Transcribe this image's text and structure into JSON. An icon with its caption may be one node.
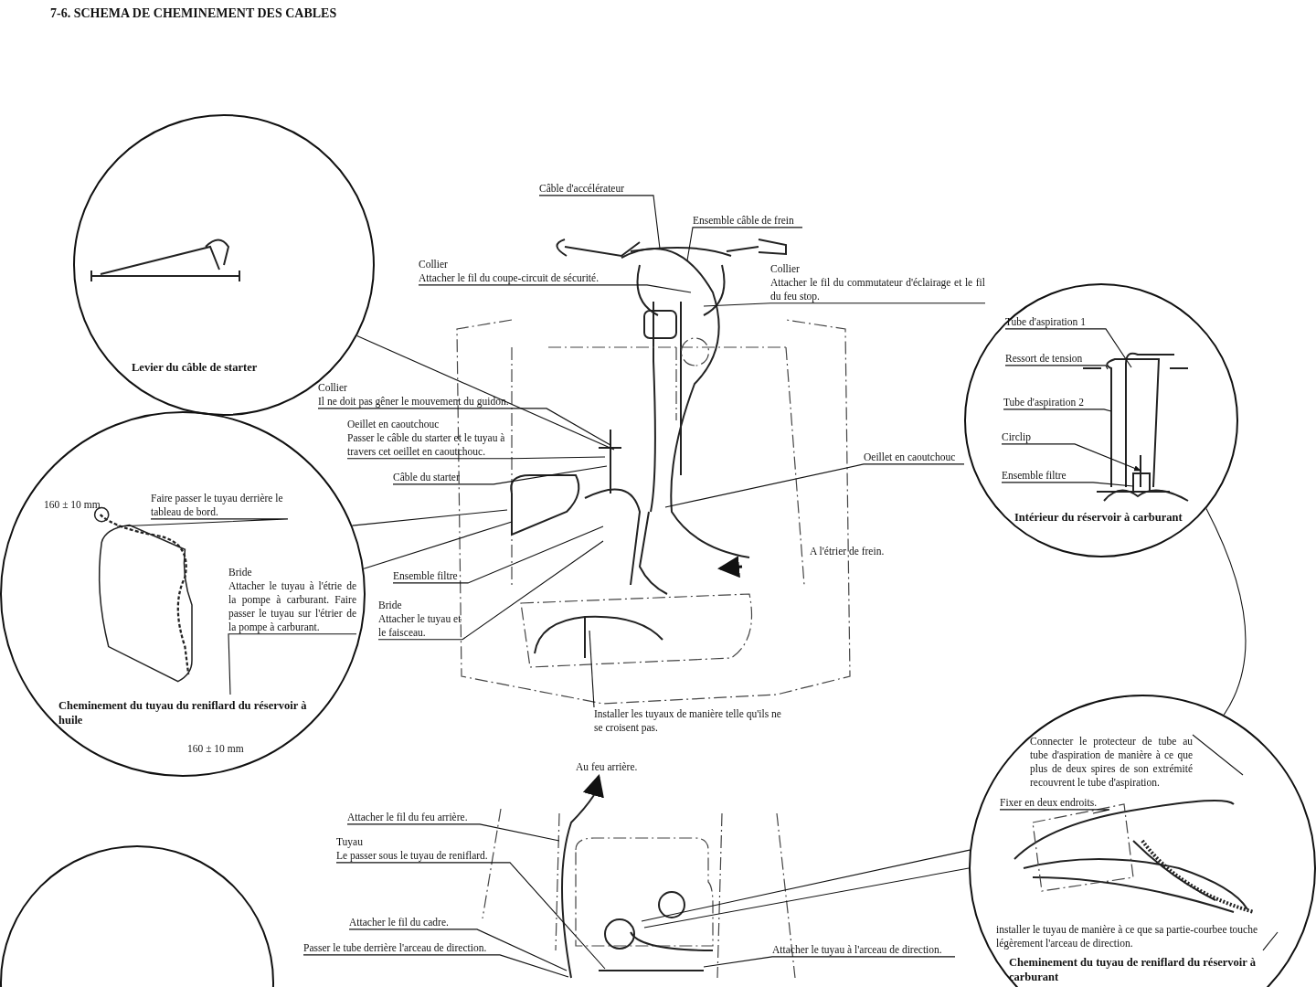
{
  "diagram": {
    "title": "7-6. SCHEMA DE CHEMINEMENT DES CABLES",
    "nodes": [
      {
        "text": [
          "Levier du câble de starter"
        ]
      },
      {
        "text": [
          "Cheminement du tuyau du reniflard du réservoir à huile"
        ]
      },
      {
        "text": [
          "Faire passer le tuyau derrière le tableau de bord."
        ],
        "in": 1
      },
      {
        "text": [
          "Bride",
          "Attacher le tuyau à l'étrie de la pompe à carburant. Faire passer le tuyau sur l'étrier de la pompe à carburant."
        ],
        "in": 1
      },
      {
        "text": [
          "Intérieur du réservoir à carburant"
        ]
      },
      {
        "text": [
          "Tube d'aspiration 1"
        ],
        "in": 4
      },
      {
        "text": [
          "Ressort de tension"
        ],
        "in": 4
      },
      {
        "text": [
          "Tube d'aspiration 2"
        ],
        "in": 4
      },
      {
        "text": [
          "Circlip"
        ],
        "in": 4
      },
      {
        "text": [
          "Ensemble filtre"
        ],
        "in": 4
      },
      {
        "text": [
          "Cheminement du tuyau de reniflard du réservoir à carburant"
        ]
      },
      {
        "text": [
          "Connecter le protecteur de tube au tube d'aspiration de manière à ce que plus de deux spires de son extrémité recouvrent le tube d'aspiration."
        ],
        "in": 10
      },
      {
        "text": [
          "Fixer en deux endroits."
        ],
        "in": 10
      },
      {
        "text": [
          "installer le tuyau de manière à ce que sa partie-courbee touche légèrement l'arceau de direction."
        ],
        "in": 10
      },
      {
        "text": [],
        "shape": "circle"
      },
      {
        "text": [
          "Câble d'accélérateur"
        ]
      },
      {
        "text": [
          "Ensemble câble de frein"
        ]
      },
      {
        "text": [
          "Collier",
          "Attacher le fil du coupe-circuit de sécurité."
        ]
      },
      {
        "text": [
          "Collier",
          "Attacher le fil du commutateur d'éclairage et le fil du feu stop."
        ]
      },
      {
        "text": [
          "Collier",
          "Il ne doit pas gêner le mouvement du guidon."
        ]
      },
      {
        "text": [
          "Oeillet en caoutchouc",
          "Passer le câble du starter et le tuyau à travers cet oeillet en caoutchouc."
        ]
      },
      {
        "text": [
          "Câble du starter"
        ]
      },
      {
        "text": [
          "Oeillet en caoutchouc"
        ]
      },
      {
        "text": [
          "Ensemble filtre"
        ]
      },
      {
        "text": [
          "Bride",
          "Attacher le tuyau et le faisceau."
        ]
      },
      {
        "text": [
          "Installer les tuyaux de manière telle qu'ils ne se croisent pas."
        ]
      },
      {
        "text": [
          "Attacher le fil du feu arrière."
        ]
      },
      {
        "text": [
          "Tuyau",
          "Le passer sous le tuyau de reniflard."
        ]
      },
      {
        "text": [
          "Attacher le fil du cadre."
        ]
      },
      {
        "text": [
          "Passer le tube derrière l'arceau de direction."
        ]
      },
      {
        "text": [
          "Attacher le tuyau à l'arceau de direction."
        ]
      },
      {
        "text": [],
        "shape": "picture"
      }
    ],
    "edges": [
      {
        "from": 0,
        "to": null,
        "arrow": "none"
      },
      {
        "from": 1,
        "to": null,
        "arrow": "none"
      },
      {
        "from": 1,
        "to": null,
        "arrow": "none"
      },
      {
        "from": 2,
        "to": null,
        "arrow": "none"
      },
      {
        "from": 3,
        "to": null,
        "arrow": "none"
      },
      {
        "from": 5,
        "to": null,
        "arrow": "none"
      },
      {
        "from": 6,
        "to": null,
        "arrow": "none"
      },
      {
        "from": 7,
        "to": null,
        "arrow": "none"
      },
      {
        "from": 8,
        "to": null,
        "arrow": "to"
      },
      {
        "from": 9,
        "to": null,
        "arrow": "none"
      },
      {
        "from": 4,
        "to": 10,
        "arrow": "none"
      },
      {
        "from": 10,
        "to": 31,
        "arrow": "none"
      },
      {
        "from": 10,
        "to": 31,
        "arrow": "none"
      },
      {
        "from": 11,
        "to": null,
        "arrow": "none"
      },
      {
        "from": 12,
        "to": null,
        "arrow": "none"
      },
      {
        "from": 13,
        "to": null,
        "arrow": "none"
      },
      {
        "from": 15,
        "to": null,
        "arrow": "none"
      },
      {
        "from": 16,
        "to": null,
        "arrow": "none"
      },
      {
        "from": 17,
        "to": null,
        "arrow": "none"
      },
      {
        "from": 18,
        "to": null,
        "arrow": "none"
      },
      {
        "from": 19,
        "to": null,
        "arrow": "none"
      },
      {
        "from": 20,
        "to": null,
        "arrow": "none"
      },
      {
        "from": 21,
        "to": null,
        "arrow": "none"
      },
      {
        "from": 22,
        "to": null,
        "arrow": "none"
      },
      {
        "from": 23,
        "to": null,
        "arrow": "none"
      },
      {
        "from": 24,
        "to": null,
        "arrow": "none"
      },
      {
        "from": 25,
        "to": null,
        "arrow": "none"
      },
      {
        "from": 26,
        "to": 31,
        "arrow": "none"
      },
      {
        "from": 27,
        "to": 31,
        "arrow": "none"
      },
      {
        "from": 28,
        "to": 31,
        "arrow": "none"
      },
      {
        "from": 29,
        "to": 31,
        "arrow": "none"
      },
      {
        "from": 30,
        "to": 31,
        "arrow": "none"
      }
    ],
    "labels": [
      "160 ± 10 mm",
      "160 ± 10 mm",
      "Au feu arrière.",
      "A l'étrier de frein."
    ]
  }
}
